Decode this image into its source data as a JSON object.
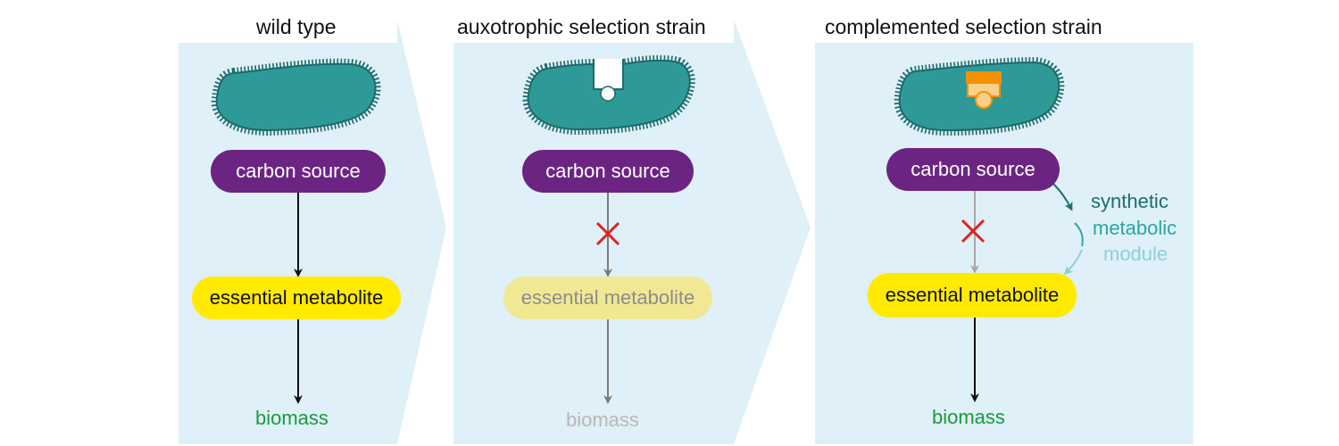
{
  "colors": {
    "panel_bg": "#dff0f8",
    "cell_fill": "#2e9a98",
    "cell_edge": "#1c6a6a",
    "carbon_fill": "#6c2483",
    "metabolite_fill": "#ffea00",
    "metabolite_faded": "#f1e894",
    "biomass_green": "#1a9a3c",
    "biomass_faded": "#b8b8b8",
    "block_red": "#e2221d",
    "module_orange": "#f39200",
    "module_light": "#fbd08a",
    "synthetic_dark": "#1a6f6c",
    "metabolic_mid": "#2aa6a0",
    "module_pale": "#8fcfd6"
  },
  "panels": [
    {
      "title": "wild type",
      "carbon_label": "carbon source",
      "metabolite_label": "essential metabolite",
      "biomass_label": "biomass"
    },
    {
      "title": "auxotrophic selection strain",
      "carbon_label": "carbon source",
      "metabolite_label": "essential metabolite",
      "biomass_label": "biomass"
    },
    {
      "title": "complemented selection strain",
      "carbon_label": "carbon source",
      "metabolite_label": "essential metabolite",
      "biomass_label": "biomass"
    }
  ],
  "module": {
    "line1": "synthetic",
    "line2": "metabolic",
    "line3": "module"
  }
}
